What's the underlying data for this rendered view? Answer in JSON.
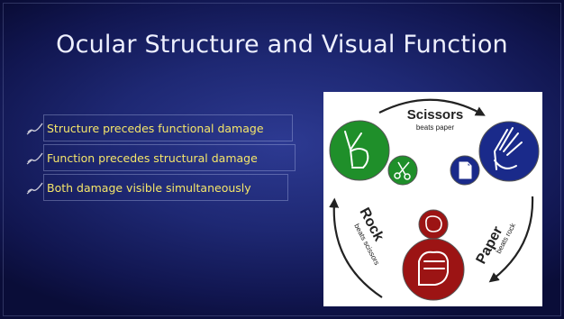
{
  "slide": {
    "title": "Ocular Structure and Visual Function",
    "bullets": [
      {
        "icon": "quill-pen-icon",
        "text": "Structure precedes functional damage"
      },
      {
        "icon": "quill-pen-icon",
        "text": "Function precedes structural damage"
      },
      {
        "icon": "quill-pen-icon",
        "text": "Both damage visible simultaneously"
      }
    ]
  },
  "diagram": {
    "scissors": {
      "name": "Scissors",
      "note": "beats paper",
      "color": "#1f8f2a"
    },
    "paper": {
      "name": "Paper",
      "note": "beats rock",
      "color": "#1a2a8a"
    },
    "rock": {
      "name": "Rock",
      "note": "beats scissors",
      "color": "#9c1414"
    }
  }
}
